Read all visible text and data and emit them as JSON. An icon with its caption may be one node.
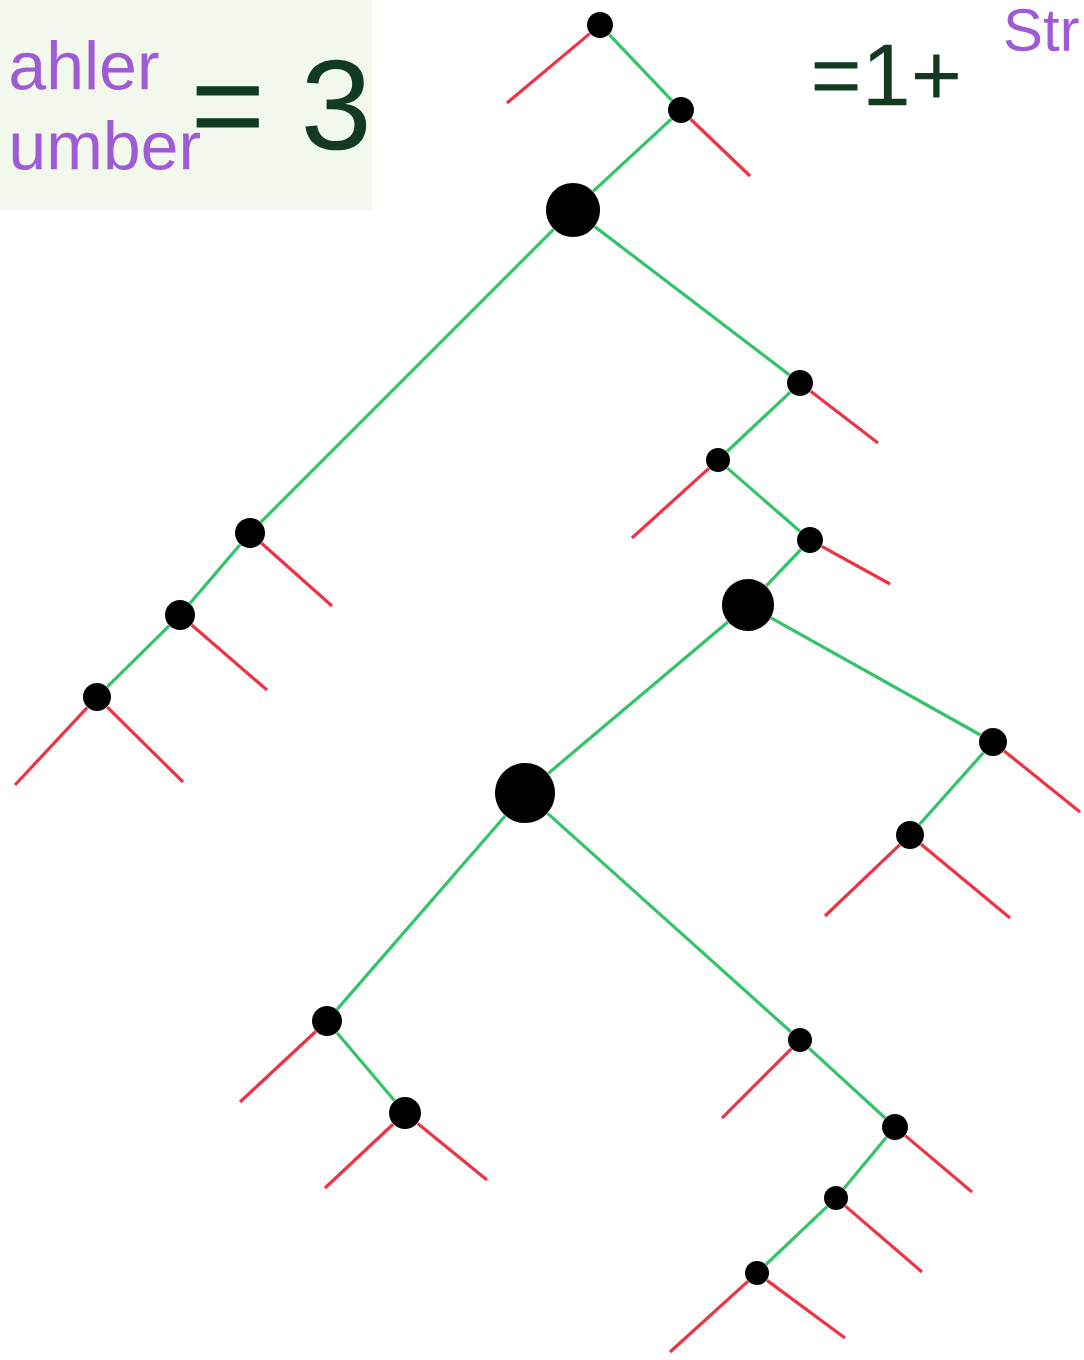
{
  "diagram": {
    "nodes": [
      {
        "text": [],
        "shape": "circle"
      },
      {
        "text": [],
        "shape": "circle"
      },
      {
        "text": [],
        "shape": "circle"
      },
      {
        "text": [],
        "shape": "circle"
      },
      {
        "text": [],
        "shape": "circle"
      },
      {
        "text": [],
        "shape": "circle"
      },
      {
        "text": [],
        "shape": "circle"
      },
      {
        "text": [],
        "shape": "circle"
      },
      {
        "text": [],
        "shape": "circle"
      },
      {
        "text": [],
        "shape": "circle"
      },
      {
        "text": [],
        "shape": "circle"
      },
      {
        "text": [],
        "shape": "circle"
      },
      {
        "text": [],
        "shape": "circle"
      },
      {
        "text": [],
        "shape": "circle"
      },
      {
        "text": [],
        "shape": "circle"
      },
      {
        "text": [],
        "shape": "circle"
      },
      {
        "text": [],
        "shape": "circle"
      },
      {
        "text": [],
        "shape": "circle"
      },
      {
        "text": [],
        "shape": "circle"
      }
    ],
    "edges": [
      {
        "from": 0,
        "to": 1,
        "arrow": "none",
        "color": "#33c46a"
      },
      {
        "from": 1,
        "to": 2,
        "arrow": "none",
        "color": "#33c46a"
      },
      {
        "from": 2,
        "to": 3,
        "arrow": "none",
        "color": "#33c46a"
      },
      {
        "from": 3,
        "to": 4,
        "arrow": "none",
        "color": "#33c46a"
      },
      {
        "from": 4,
        "to": 5,
        "arrow": "none",
        "color": "#33c46a"
      },
      {
        "from": 2,
        "to": 6,
        "arrow": "none",
        "color": "#33c46a"
      },
      {
        "from": 6,
        "to": 7,
        "arrow": "none",
        "color": "#33c46a"
      },
      {
        "from": 7,
        "to": 8,
        "arrow": "none",
        "color": "#33c46a"
      },
      {
        "from": 8,
        "to": 9,
        "arrow": "none",
        "color": "#33c46a"
      },
      {
        "from": 9,
        "to": 10,
        "arrow": "none",
        "color": "#33c46a"
      },
      {
        "from": 9,
        "to": 11,
        "arrow": "none",
        "color": "#33c46a"
      },
      {
        "from": 11,
        "to": 12,
        "arrow": "none",
        "color": "#33c46a"
      },
      {
        "from": 10,
        "to": 13,
        "arrow": "none",
        "color": "#33c46a"
      },
      {
        "from": 13,
        "to": 14,
        "arrow": "none",
        "color": "#33c46a"
      },
      {
        "from": 10,
        "to": 15,
        "arrow": "none",
        "color": "#33c46a"
      },
      {
        "from": 15,
        "to": 16,
        "arrow": "none",
        "color": "#33c46a"
      },
      {
        "from": 16,
        "to": 17,
        "arrow": "none",
        "color": "#33c46a"
      },
      {
        "from": 17,
        "to": 18,
        "arrow": "none",
        "color": "#33c46a"
      },
      {
        "from": 0,
        "to": null,
        "arrow": "none"
      },
      {
        "from": 1,
        "to": null,
        "arrow": "none"
      },
      {
        "from": 3,
        "to": null,
        "arrow": "none"
      },
      {
        "from": 4,
        "to": null,
        "arrow": "none"
      },
      {
        "from": 5,
        "to": null,
        "arrow": "none"
      },
      {
        "from": 5,
        "to": null,
        "arrow": "none"
      },
      {
        "from": 6,
        "to": null,
        "arrow": "none"
      },
      {
        "from": 7,
        "to": null,
        "arrow": "none"
      },
      {
        "from": 8,
        "to": null,
        "arrow": "none"
      },
      {
        "from": 11,
        "to": null,
        "arrow": "none"
      },
      {
        "from": 12,
        "to": null,
        "arrow": "none"
      },
      {
        "from": 12,
        "to": null,
        "arrow": "none"
      },
      {
        "from": 13,
        "to": null,
        "arrow": "none"
      },
      {
        "from": 14,
        "to": null,
        "arrow": "none"
      },
      {
        "from": 14,
        "to": null,
        "arrow": "none"
      },
      {
        "from": 15,
        "to": null,
        "arrow": "none"
      },
      {
        "from": 16,
        "to": null,
        "arrow": "none"
      },
      {
        "from": 17,
        "to": null,
        "arrow": "none"
      },
      {
        "from": 18,
        "to": null,
        "arrow": "none"
      },
      {
        "from": 18,
        "to": null,
        "arrow": "none"
      }
    ],
    "labels": [
      "ahler",
      "umber",
      "= 3",
      "=1+",
      "Str"
    ]
  }
}
